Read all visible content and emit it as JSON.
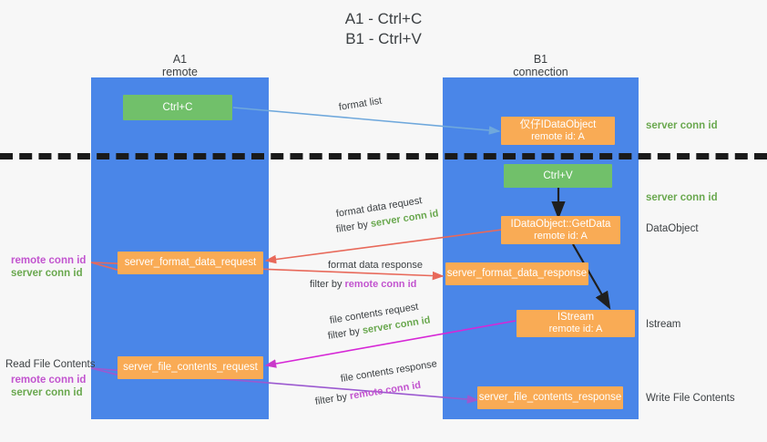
{
  "title": "A1 - Ctrl+C\nB1 - Ctrl+V",
  "colors": {
    "lane": "#4a86e8",
    "green_box": "#71c06a",
    "orange_box": "#f9ab55",
    "server_conn_id": "#6aa84f",
    "remote_conn_id": "#c254cf",
    "background": "#f7f7f7",
    "divider": "#1a1a1a"
  },
  "lanes": [
    {
      "id": "A1",
      "name": "A1",
      "sub": "remote"
    },
    {
      "id": "B1",
      "name": "B1",
      "sub": "connection"
    }
  ],
  "boxes": {
    "ctrl_c": {
      "line1": "Ctrl+C",
      "line2": ""
    },
    "idataobject_top": {
      "line1": "仅仔IDataObject",
      "line2": "remote id: A"
    },
    "ctrl_v": {
      "line1": "Ctrl+V",
      "line2": ""
    },
    "getdata": {
      "line1": "IDataObject::GetData",
      "line2": "remote id: A"
    },
    "istream": {
      "line1": "IStream",
      "line2": "remote id: A"
    },
    "server_format_data_request": {
      "line1": "server_format_data_request",
      "line2": ""
    },
    "server_format_data_response": {
      "line1": "server_format_data_response",
      "line2": ""
    },
    "server_file_contents_request": {
      "line1": "server_file_contents_request",
      "line2": ""
    },
    "server_file_contents_response": {
      "line1": "server_file_contents_response",
      "line2": ""
    }
  },
  "edge_labels": {
    "format_list": "format list",
    "format_data_request": "format data request",
    "format_data_request_filter_prefix": "filter by ",
    "format_data_request_filter_value": "server conn id",
    "format_data_response": "format data response",
    "format_data_response_filter_prefix": "filter by ",
    "format_data_response_filter_value": "remote conn id",
    "file_contents_request": "file contents request",
    "file_contents_request_filter_prefix": "filter by ",
    "file_contents_request_filter_value": "server conn id",
    "file_contents_response": "file contents response",
    "file_contents_response_filter_prefix": "filter by ",
    "file_contents_response_filter_value": "remote conn id"
  },
  "right_labels": {
    "server_conn_id_top": "server conn id",
    "server_conn_id_mid": "server conn id",
    "dataobject": "DataObject",
    "istream": "Istream",
    "write_file_contents": "Write File Contents"
  },
  "left_labels": {
    "remote_conn_id_1": "remote conn id",
    "server_conn_id_1": "server conn id",
    "read_file_contents": "Read File Contents",
    "remote_conn_id_2": "remote conn id",
    "server_conn_id_2": "server conn id"
  }
}
